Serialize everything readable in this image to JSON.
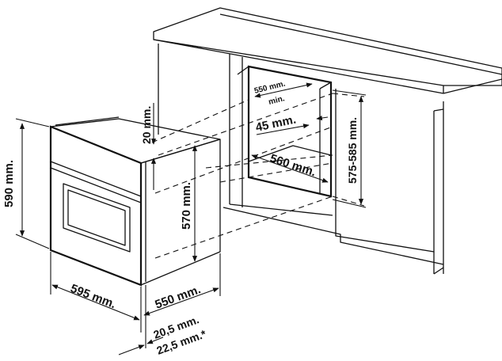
{
  "labels": {
    "oven_height": "590 mm.",
    "oven_width": "595 mm.",
    "oven_depth": "550 mm.",
    "door_thickness_a": "20,5 mm.",
    "door_thickness_b": "22,5 mm.*",
    "top_gap": "20 mm.",
    "body_height": "570 mm.",
    "niche_depth_min": "550 mm.",
    "niche_depth_min_suffix": "min.",
    "side_gap": "45 mm.",
    "niche_width": "560 mm.",
    "niche_height": "575-585 mm."
  }
}
